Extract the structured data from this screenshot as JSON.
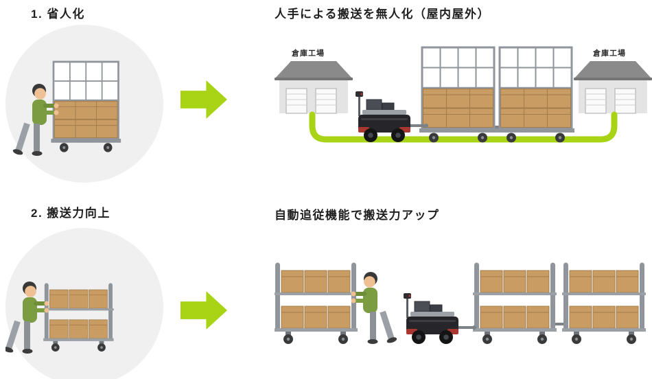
{
  "page": {
    "background": "#ffffff"
  },
  "colors": {
    "page_bg": "#ffffff",
    "accent_green": "#a8d415",
    "circle_gray": "#f0f0f0",
    "title_text": "#1f1f1f",
    "box_tan": "#c89c63",
    "frame_gray": "#8f959b",
    "agv_body": "#26262a",
    "agv_red": "#a93730",
    "worker_shirt": "#7b9c40",
    "warehouse_roof": "#8a8a8a",
    "warehouse_wall": "#e4e4e4"
  },
  "sections": [
    {
      "left_title": "1. 省人化",
      "right_title": "人手による搬送を無人化（屋内屋外）",
      "warehouse_left": "倉庫工場",
      "warehouse_right": "倉庫工場"
    },
    {
      "left_title": "2. 搬送力向上",
      "right_title": "自動追従機能で搬送力アップ"
    }
  ]
}
